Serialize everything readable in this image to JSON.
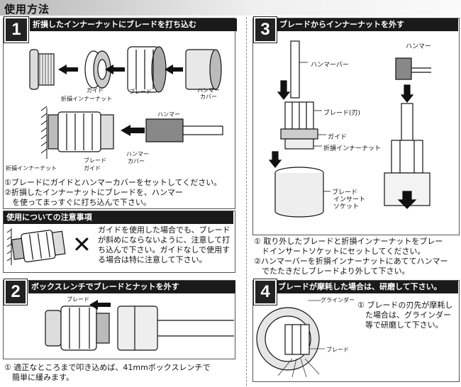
{
  "page_title": "使用方法",
  "step1": {
    "number": "1",
    "heading": "折損したインナーナットにブレードを打ち込む",
    "labels": {
      "broken_nut": "折損インナーナット",
      "guide": "ガイド",
      "blade": "ブレード",
      "hammer_cover_1": "ハンマー",
      "hammer_cover_2": "カバー",
      "hammer": "ハンマー",
      "blade2": "ブレード",
      "guide2": "ガイド",
      "broken_nut2": "折損インナーナット",
      "hammer_cover_v1": "ハンマー",
      "hammer_cover_v2": "カバー"
    },
    "instructions": [
      "①ブレードにガイドとハンマーカバーをセットしてください。",
      "②折損したインナーナットにブレードを、ハンマー",
      "　を使ってまっすぐに打ち込んで下さい。"
    ]
  },
  "caution": {
    "heading": "使用についての注意事項",
    "mark": "✕",
    "text": [
      "ガイドを使用した場合でも、ブレード",
      "が斜めにならないように、注意して打",
      "ち込んで下さい。ガイドなしで使用す",
      "る場合は特に注意して下さい。"
    ]
  },
  "step2": {
    "number": "2",
    "heading": "ボックスレンチでブレードとナットを外す",
    "labels": {
      "blade": "ブレード"
    },
    "instructions": [
      "① 適正なところまで叩き込めば、41mmボックスレンチで",
      "　簡単に緩みます。"
    ]
  },
  "step3": {
    "number": "3",
    "heading": "ブレードからインナーナットを外す",
    "labels": {
      "hammer_bar": "ハンマーバー",
      "blade_edge": "ブレード(刃)",
      "guide": "ガイド",
      "broken_nut": "折損インナーナット",
      "insert_socket_1": "ブレード",
      "insert_socket_2": "インサート",
      "insert_socket_3": "ソケット",
      "hammer": "ハンマー"
    },
    "instructions": [
      "① 取り外したブレードと折損インナーナットをブレー",
      "　ドインサートソケットにセットしてください。",
      "②ハンマーバーを折損インナーナットにあててハンマー",
      "　でたたきだしブレードより外して下さい。"
    ]
  },
  "step4": {
    "number": "4",
    "heading": "ブレードが摩耗した場合は、研磨して下さい。",
    "labels": {
      "grinder": "グラインダー",
      "blade": "ブレード"
    },
    "instructions": [
      "① ブレードの刃先が摩耗し",
      "　た場合は、グラインダー",
      "　等で研磨して下さい。"
    ]
  }
}
